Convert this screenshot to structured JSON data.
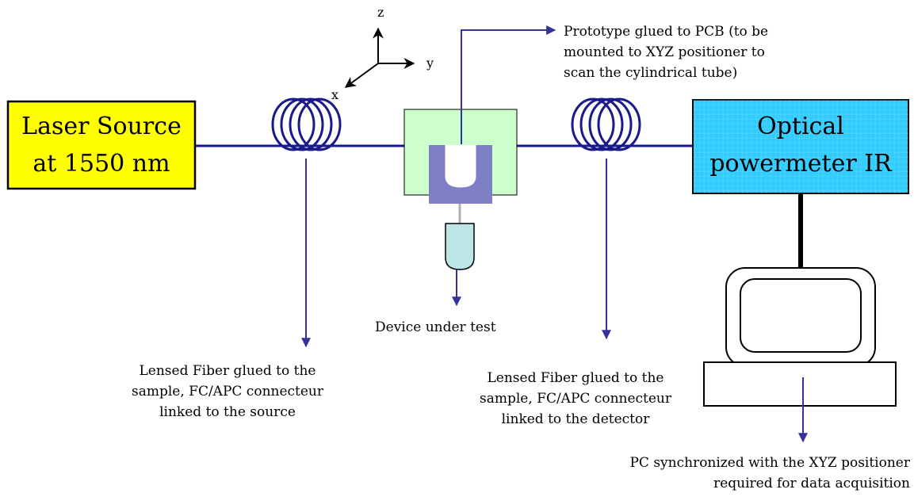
{
  "axes": {
    "z": "z",
    "y": "y",
    "x": "x"
  },
  "laser_source": {
    "line1": "Laser Source",
    "line2": "at 1550 nm",
    "fill": "#ffff00"
  },
  "powermeter": {
    "line1": "Optical",
    "line2": "powermeter IR",
    "fill": "#33ccff"
  },
  "prototype_label": {
    "line1": "Prototype glued to PCB (to be",
    "line2": "mounted to XYZ positioner to",
    "line3": "scan the cylindrical tube)"
  },
  "device_label": "Device under test",
  "fiber_source_label": {
    "line1": "Lensed Fiber glued to the",
    "line2": "sample, FC/APC connecteur",
    "line3": "linked to the source"
  },
  "fiber_detector_label": {
    "line1": "Lensed Fiber glued to the",
    "line2": "sample, FC/APC connecteur",
    "line3": "linked to the detector"
  },
  "pc_label": {
    "line1": "PC synchronized with the XYZ positioner",
    "line2": "required for data acquisition"
  },
  "colors": {
    "fiber": "#1a1a8c",
    "arrow": "#333399",
    "pcb": "#ccffcc",
    "u_device": "#7f7fc6",
    "tube": "#bfe6e6"
  }
}
